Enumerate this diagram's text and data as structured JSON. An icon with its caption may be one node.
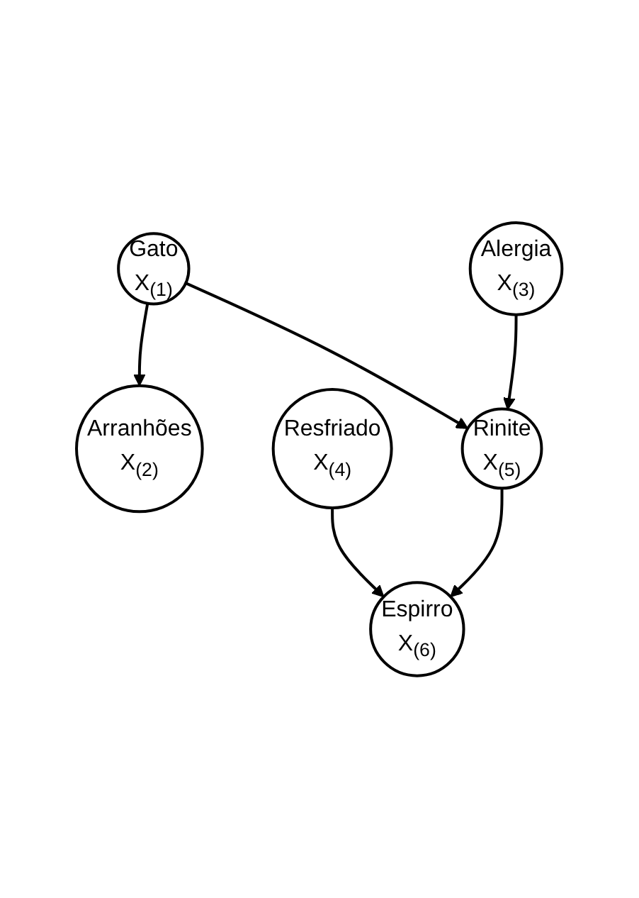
{
  "diagram": {
    "nodes": [
      {
        "text": [
          "Gato",
          "X$_{(1)}$"
        ]
      },
      {
        "text": [
          "Arranhões",
          "X$_{(2)}$"
        ]
      },
      {
        "text": [
          "Alergia",
          "X$_{(3)}$"
        ]
      },
      {
        "text": [
          "Resfriado",
          "X$_{(4)}$"
        ]
      },
      {
        "text": [
          "Rinite",
          "X$_{(5)}$"
        ]
      },
      {
        "text": [
          "Espirro",
          "X$_{(6)}$"
        ]
      }
    ],
    "edges": [
      {
        "from": 0,
        "to": 1,
        "arrow": "to"
      },
      {
        "from": 0,
        "to": 4,
        "arrow": "to"
      },
      {
        "from": 2,
        "to": 4,
        "arrow": "to"
      },
      {
        "from": 3,
        "to": 5,
        "arrow": "to"
      },
      {
        "from": 4,
        "to": 5,
        "arrow": "to"
      }
    ]
  }
}
